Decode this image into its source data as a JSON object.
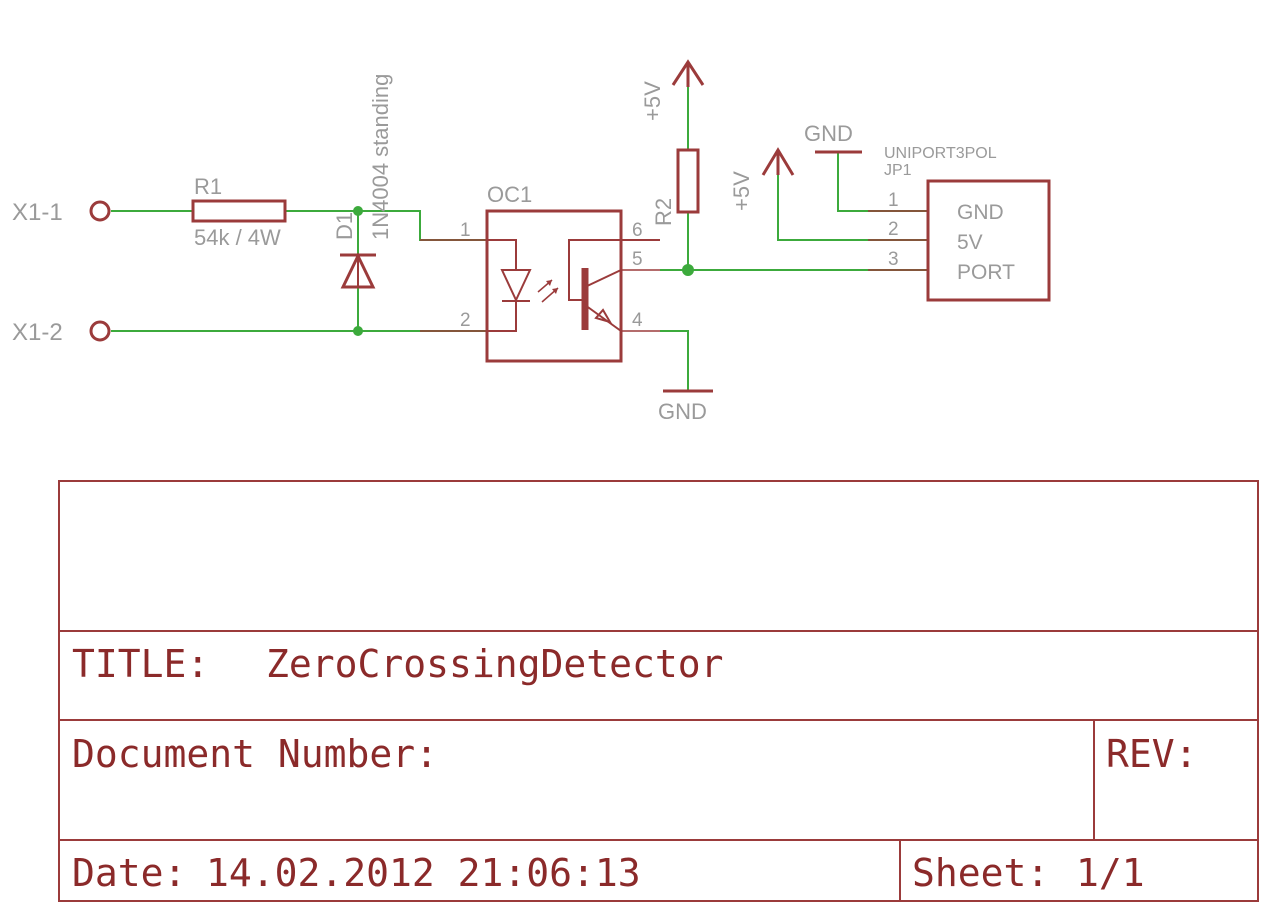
{
  "schematic": {
    "terminals": {
      "x1_1": "X1-1",
      "x1_2": "X1-2"
    },
    "r1": {
      "name": "R1",
      "value": "54k / 4W"
    },
    "d1": {
      "name": "D1",
      "value": "1N4004 standing"
    },
    "oc1": {
      "name": "OC1",
      "pins": [
        "1",
        "2",
        "6",
        "5",
        "4"
      ]
    },
    "r2": {
      "name": "R2"
    },
    "supply": {
      "vcc": "+5V",
      "gnd": "GND"
    },
    "jp1": {
      "part": "UNIPORT3POL",
      "name": "JP1",
      "pins": [
        "1",
        "2",
        "3"
      ],
      "signals": [
        "GND",
        "5V",
        "PORT"
      ]
    }
  },
  "title_block": {
    "title_label": "TITLE:",
    "title_value": "ZeroCrossingDetector",
    "doc_label": "Document Number:",
    "rev_label": "REV:",
    "date_label": "Date:",
    "date_value": "14.02.2012 21:06:13",
    "sheet_label": "Sheet:",
    "sheet_value": "1/1"
  },
  "colors": {
    "part": "#9b3b3b",
    "wire": "#3caa3c",
    "label": "#9a9a9a",
    "frame_text": "#8b2a2a"
  }
}
